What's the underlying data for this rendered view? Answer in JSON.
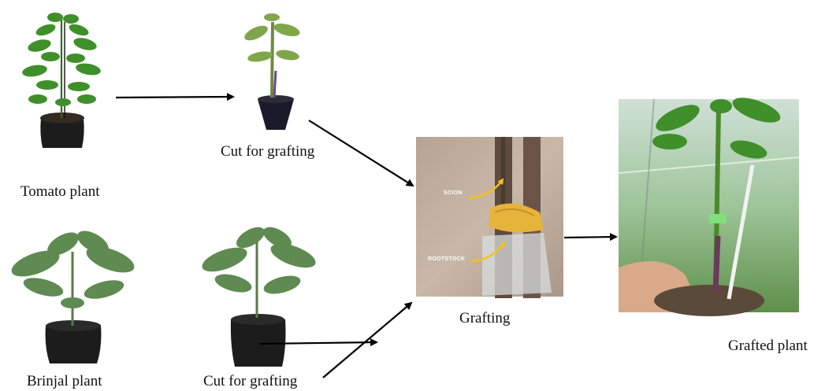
{
  "labels": {
    "tomato_plant": "Tomato plant",
    "tomato_cut": "Cut for grafting",
    "brinjal_plant": "Brinjal plant",
    "brinjal_cut": "Cut for grafting",
    "grafting": "Grafting",
    "grafted_plant": "Grafted plant"
  },
  "photo_annotations": {
    "scion": "SCION",
    "rootstock": "ROOTSTOCK"
  },
  "colors": {
    "arrow": "#000000",
    "tomato_leaf": "#3f8f2a",
    "brinjal_leaf": "#5f8a52",
    "pot": "#1c1c1c",
    "annotation_arrow": "#f3c21b"
  }
}
